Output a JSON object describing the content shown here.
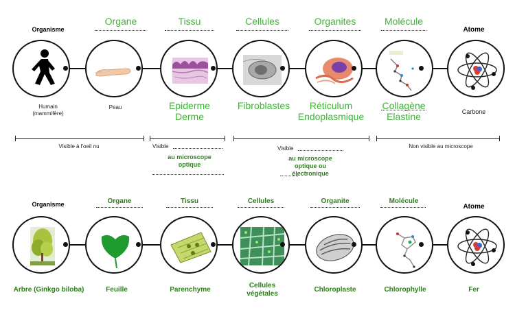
{
  "row1": {
    "headers": [
      "Organisme",
      "Organe",
      "Tissu",
      "Cellules",
      "Organites",
      "Molécule",
      "Atome"
    ],
    "examples": [
      "Humain\n(mammifère)",
      "Peau",
      "Epiderme\nDerme",
      "Fibroblastes",
      "Réticulum\nEndoplasmique",
      "Collagène\nElastine",
      "Carbone"
    ]
  },
  "scale": {
    "naked_eye": "Visible à l'oeil nu",
    "optical_prefix": "Visible",
    "optical_main": "au microscope\noptique",
    "electron_prefix": "Visible",
    "electron_main": "au microscope\noptique ou\nélectronique",
    "not_visible": "Non visible au microscope"
  },
  "row2": {
    "headers": [
      "Organisme",
      "Organe",
      "Tissu",
      "Cellules",
      "Organite",
      "Molécule",
      "Atome"
    ],
    "examples": [
      "Arbre (Ginkgo biloba)",
      "Feuille",
      "Parenchyme",
      "Cellules\nvégétales",
      "Chloroplaste",
      "Chlorophylle",
      "Fer"
    ]
  },
  "colors": {
    "green_light": "#3db535",
    "green_dark": "#2f7d1e",
    "stroke": "#111111"
  }
}
